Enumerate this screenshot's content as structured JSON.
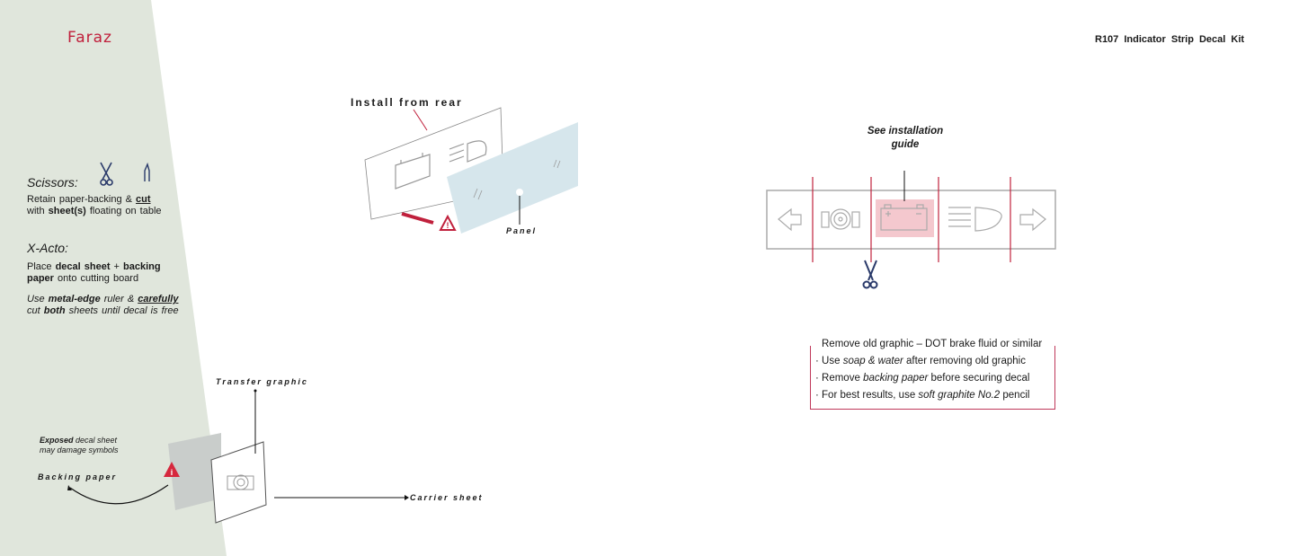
{
  "header": {
    "brand": "Faraz",
    "kit_title": "R107  Indicator Strip Decal Kit"
  },
  "colors": {
    "panel_bg": "#e0e6dc",
    "accent": "#c0203c",
    "glass": "#d6e6ec",
    "highlight": "#f4c8ce",
    "navy": "#2a3a6a"
  },
  "scissors": {
    "heading": "Scissors:",
    "line1": [
      "Retain  paper-backing  &  ",
      "cut"
    ],
    "line2": [
      "with ",
      "sheet(s)",
      "  floating  on  table"
    ]
  },
  "xacto": {
    "heading": "X-Acto:",
    "p1_line1": [
      "Place ",
      "decal sheet",
      " + ",
      "backing"
    ],
    "p1_line2": [
      "paper",
      " onto  cutting  board"
    ],
    "p2_line1": [
      "Use ",
      "metal-edge",
      " ruler  &  ",
      "carefully"
    ],
    "p2_line2": [
      "cut ",
      "both",
      " sheets until decal is free"
    ]
  },
  "install": {
    "title": "Install from rear",
    "panel_label": "Panel"
  },
  "transfer": {
    "transfer_label": "Transfer graphic",
    "carrier_label": "Carrier sheet",
    "backing_label": "Backing paper",
    "warning": [
      "Exposed",
      "  decal  sheet"
    ],
    "warning2": "may  damage  symbols"
  },
  "strip": {
    "callout": "See installation guide",
    "icons": [
      "left-arrow",
      "brake-circle",
      "battery",
      "headlight",
      "right-arrow"
    ]
  },
  "notes": {
    "title": "Remove old graphic – DOT brake fluid or similar",
    "items": [
      [
        "Use ",
        "soap & water",
        " after removing old graphic"
      ],
      [
        "Remove ",
        "backing paper",
        " before securing decal"
      ],
      [
        "For best results, use ",
        "soft graphite No.2",
        " pencil"
      ]
    ]
  }
}
